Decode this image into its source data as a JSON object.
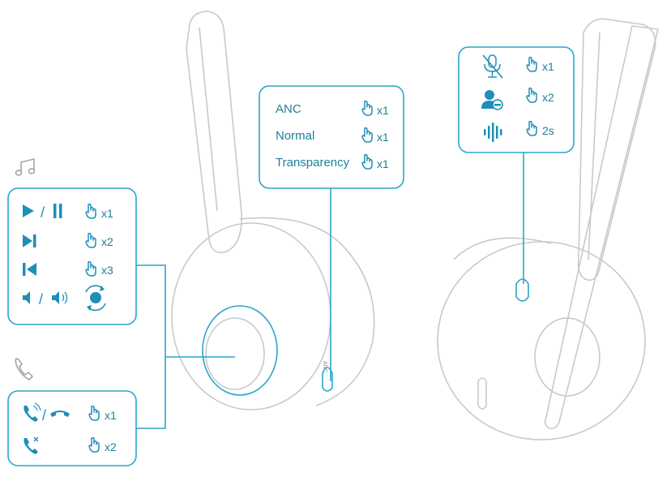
{
  "colors": {
    "accent": "#1e8fb8",
    "accent_light": "#2aa6c9",
    "line": "#c7c7c7",
    "icon": "#1e8fb8"
  },
  "sections": {
    "music": {
      "icon": "music-note-icon"
    },
    "call": {
      "icon": "phone-icon"
    }
  },
  "media_panel": {
    "rows": [
      {
        "control": "play-pause",
        "action": "x1"
      },
      {
        "control": "next-track",
        "action": "x2"
      },
      {
        "control": "previous-track",
        "action": "x3"
      },
      {
        "control": "volume-down-up",
        "action": "rotate"
      }
    ]
  },
  "call_panel": {
    "rows": [
      {
        "control": "answer-end-call",
        "action": "x1"
      },
      {
        "control": "reject-call",
        "action": "x2"
      }
    ]
  },
  "anc_panel": {
    "rows": [
      {
        "label": "ANC",
        "action": "x1"
      },
      {
        "label": "Normal",
        "action": "x1"
      },
      {
        "label": "Transparency",
        "action": "x1"
      }
    ]
  },
  "mic_panel": {
    "rows": [
      {
        "control": "mic-mute",
        "action": "x1"
      },
      {
        "control": "user-remove",
        "action": "x2"
      },
      {
        "control": "voice-assistant",
        "action": "2s"
      }
    ]
  },
  "headset_labels": {
    "anc_button": "ANC"
  }
}
